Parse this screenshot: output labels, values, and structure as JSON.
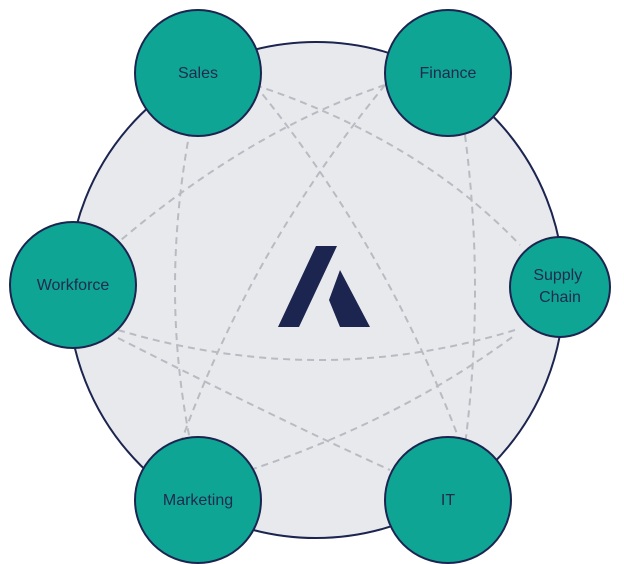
{
  "colors": {
    "hub_fill": "#e8e9ed",
    "outline": "#1c2450",
    "node_fill": "#0fa595",
    "connector": "#b9bbc2",
    "logo": "#1c2450"
  },
  "center": {
    "icon": "company-a-logo-icon"
  },
  "nodes": [
    {
      "id": "sales",
      "label": "Sales"
    },
    {
      "id": "finance",
      "label": "Finance"
    },
    {
      "id": "supply-chain",
      "label_lines": [
        "Supply",
        "Chain"
      ]
    },
    {
      "id": "it",
      "label": "IT"
    },
    {
      "id": "marketing",
      "label": "Marketing"
    },
    {
      "id": "workforce",
      "label": "Workforce"
    }
  ]
}
